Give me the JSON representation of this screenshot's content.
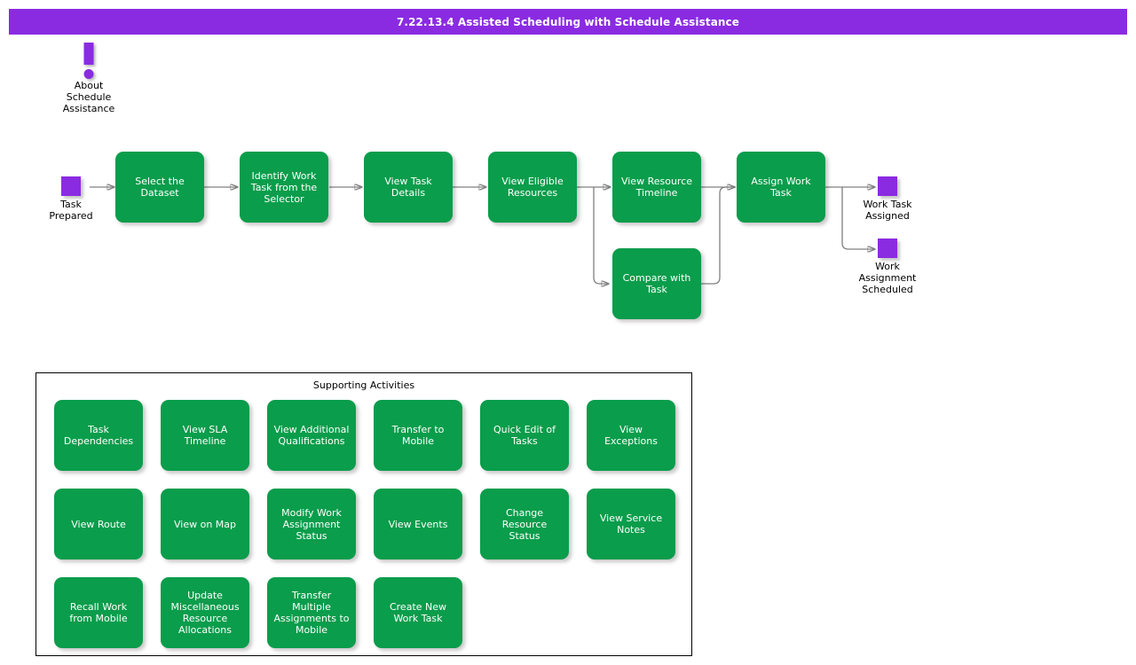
{
  "title_bar": {
    "text": "7.22.13.4 Assisted Scheduling with Schedule Assistance",
    "background": "#8A2BE2",
    "color": "#FFFFFF"
  },
  "theme": {
    "process_green": "#0A9D4B",
    "terminator_purple": "#8A2BE2",
    "connector_gray": "#808080",
    "panel_border": "#000000"
  },
  "note": {
    "icon": "exclamation-mark-icon",
    "label": "About\nSchedule\nAssistance"
  },
  "flow": {
    "start": {
      "icon": "purple-square-terminator",
      "label": "Task\nPrepared"
    },
    "steps": [
      {
        "label": "Select the\nDataset"
      },
      {
        "label": "Identify Work\nTask from the\nSelector"
      },
      {
        "label": "View Task\nDetails"
      },
      {
        "label": "View Eligible\nResources"
      },
      {
        "label": "View Resource\nTimeline"
      },
      {
        "label": "Assign Work\nTask"
      }
    ],
    "branch": {
      "label": "Compare with\nTask"
    },
    "ends": [
      {
        "icon": "purple-square-terminator",
        "label": "Work Task\nAssigned"
      },
      {
        "icon": "purple-square-terminator",
        "label": "Work\nAssignment\nScheduled"
      }
    ]
  },
  "support": {
    "title": "Supporting Activities",
    "rows": [
      [
        {
          "label": "Task\nDependencies"
        },
        {
          "label": "View SLA\nTimeline"
        },
        {
          "label": "View Additional\nQualifications"
        },
        {
          "label": "Transfer to\nMobile"
        },
        {
          "label": "Quick Edit of\nTasks"
        },
        {
          "label": "View Exceptions"
        }
      ],
      [
        {
          "label": "View Route"
        },
        {
          "label": "View on Map"
        },
        {
          "label": "Modify Work\nAssignment\nStatus"
        },
        {
          "label": "View Events"
        },
        {
          "label": "Change\nResource Status"
        },
        {
          "label": "View Service\nNotes"
        }
      ],
      [
        {
          "label": "Recall Work\nfrom Mobile"
        },
        {
          "label": "Update\nMiscellaneous\nResource\nAllocations"
        },
        {
          "label": "Transfer Multiple\nAssignments to\nMobile"
        },
        {
          "label": "Create New\nWork Task"
        }
      ]
    ]
  }
}
